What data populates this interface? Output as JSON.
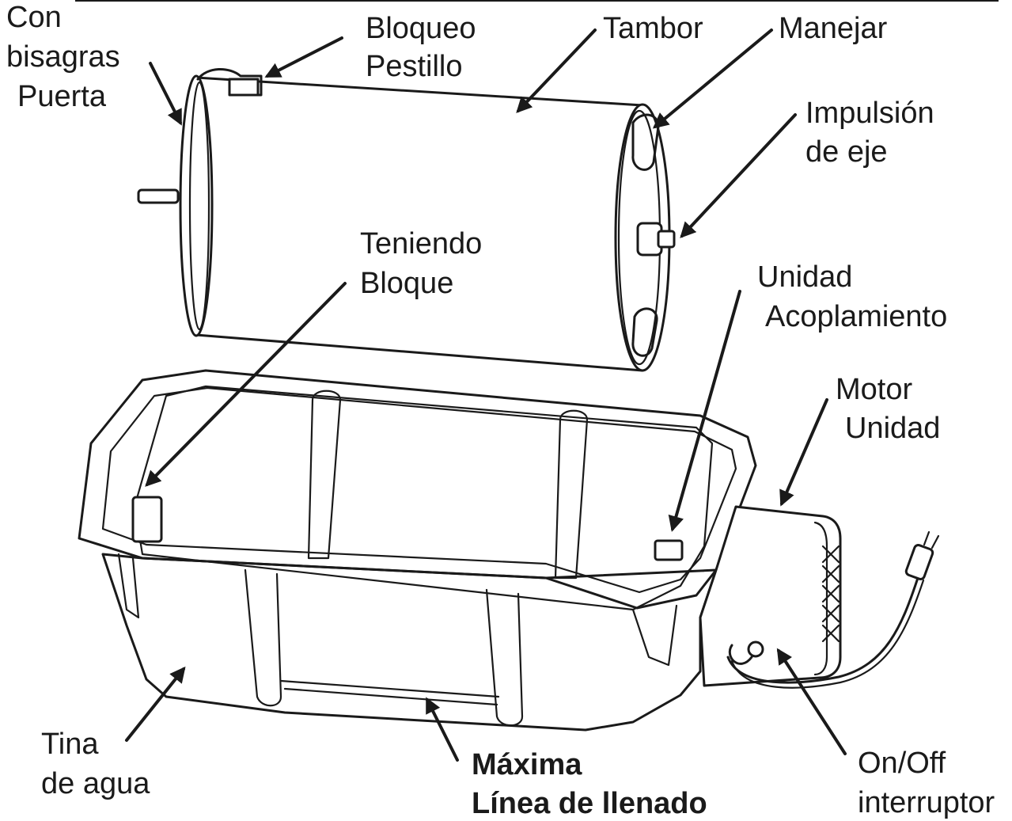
{
  "labels": {
    "hinged_door": [
      "Con",
      "bisagras",
      "Puerta"
    ],
    "lock_latch": [
      "Bloqueo",
      "Pestillo"
    ],
    "drum": [
      "Tambor"
    ],
    "handle": [
      "Manejar"
    ],
    "shaft_drive": [
      "Impulsión",
      "de eje"
    ],
    "holding_block": [
      "Teniendo",
      "Bloque"
    ],
    "coupling_unit": [
      "Unidad",
      "Acoplamiento"
    ],
    "motor_unit": [
      "Motor",
      "Unidad"
    ],
    "water_tub": [
      "Tina",
      "de agua"
    ],
    "max_fill_line": [
      "Máxima",
      "Línea de llenado"
    ],
    "on_off_switch": [
      "On/Off",
      "interruptor"
    ]
  }
}
